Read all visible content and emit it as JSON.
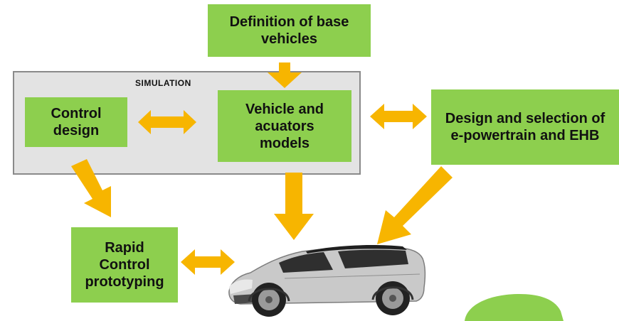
{
  "simulation": {
    "label": "SIMULATION"
  },
  "boxes": {
    "base_vehicles": "Definition of base vehicles",
    "control_design": "Control design",
    "vehicle_models": "Vehicle and acuators models",
    "epowertrain": "Design and selection of e-powertrain and EHB",
    "rcp": "Rapid Control prototyping"
  },
  "colors": {
    "box_green": "#8dcf4e",
    "arrow_orange": "#f7b500",
    "simulation_bg": "#e3e3e3",
    "simulation_border": "#8a8a8a",
    "blob_green": "#8dcf4e"
  },
  "icons": {
    "car": "car-image"
  }
}
